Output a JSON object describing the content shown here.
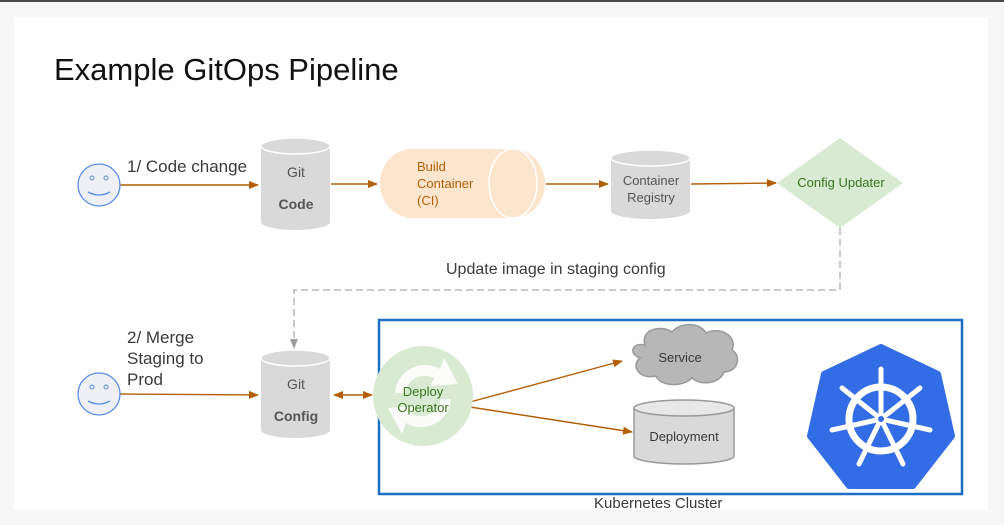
{
  "title": "Example GitOps Pipeline",
  "colors": {
    "arrow": "#b45f06",
    "cylinder_fill": "#d9d9d9",
    "ci_fill": "#fce5cd",
    "ci_text": "#b45f06",
    "updater_fill": "#d9ead3",
    "updater_text": "#38761d",
    "cluster_border": "#1c6fc4",
    "k8s_blue": "#326de6",
    "dashed": "#b7b7b7"
  },
  "nodes": {
    "user1": {
      "type": "actor",
      "icon": "smiley-face-icon"
    },
    "user2": {
      "type": "actor",
      "icon": "smiley-face-icon"
    },
    "git_code": {
      "line1": "Git",
      "line2": "Code"
    },
    "build": {
      "line1": "Build",
      "line2": "Container",
      "line3": "(CI)"
    },
    "registry": {
      "line1": "Container",
      "line2": "Registry"
    },
    "updater": {
      "label": "Config Updater"
    },
    "git_config": {
      "line1": "Git",
      "line2": "Config"
    },
    "operator": {
      "line1": "Deploy",
      "line2": "Operator"
    },
    "service": {
      "label": "Service"
    },
    "deployment": {
      "label": "Deployment"
    },
    "k8s_logo": {
      "icon": "kubernetes-logo-icon"
    }
  },
  "edges": {
    "code_change": "1/ Code change",
    "merge": {
      "line1": "2/ Merge",
      "line2": "Staging to",
      "line3": "Prod"
    },
    "update_image": "Update image in staging config"
  },
  "cluster": {
    "label": "Kubernetes Cluster"
  }
}
